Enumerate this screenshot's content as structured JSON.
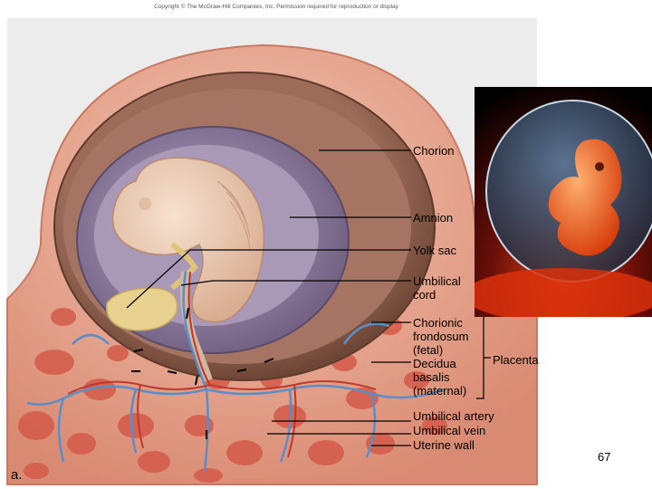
{
  "copyright": "Copyright © The McGraw-Hill Companies, Inc. Permission required for reproduction or display",
  "labels": {
    "chorion": "Chorion",
    "amnion": "Amnion",
    "yolk_sac": "Yolk sac",
    "umbilical_cord": "Umbilical\ncord",
    "chorionic_frondosum": "Chorionic\nfrondosum\n(fetal)",
    "decidua_basalis": "Decidua\nbasalis\n(maternal)",
    "placenta": "Placenta",
    "umbilical_artery": "Umbilical artery",
    "umbilical_vein": "Umbilical vein",
    "uterine_wall": "Uterine wall"
  },
  "panel_letter": "a.",
  "page_number": "67",
  "colors": {
    "uterine_tissue": "#e8a088",
    "chorion": "#8a5a48",
    "amnion": "#8a7895",
    "embryo": "#eccfb8",
    "yolk_sac": "#e3c98a",
    "vessels_blue": "#5a8ec8",
    "vessels_red": "#c0392b"
  }
}
